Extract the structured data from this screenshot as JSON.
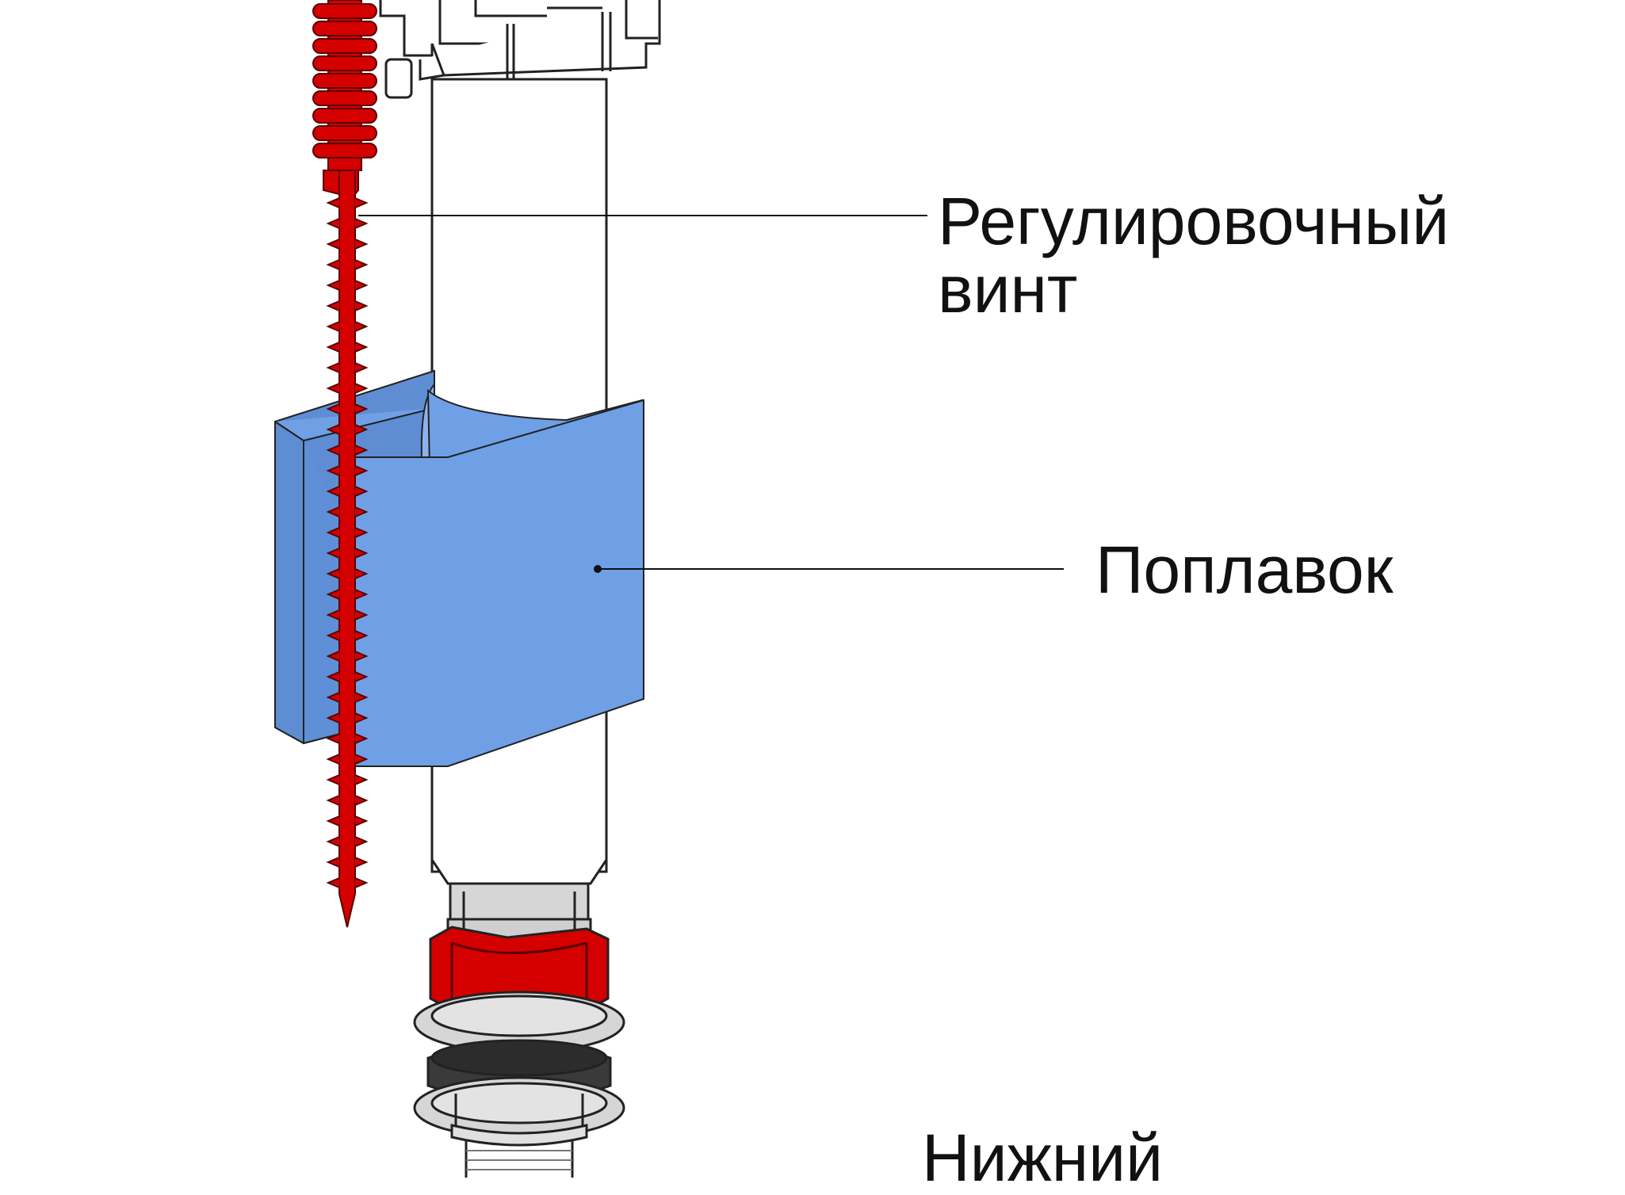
{
  "labels": {
    "screw_line1": "Регулировочный",
    "screw_line2": "винт",
    "float": "Поплавок",
    "bottom": "Нижний"
  },
  "colors": {
    "screw_red": "#d40000",
    "float_blue": "#6fa0e6",
    "rubber_dark": "#3a3a3a",
    "metal_gray": "#d6d6d6",
    "outline": "#222222"
  },
  "icons": {
    "screw": "adjustment-screw",
    "float": "float-cup",
    "valve": "fill-valve-body"
  }
}
